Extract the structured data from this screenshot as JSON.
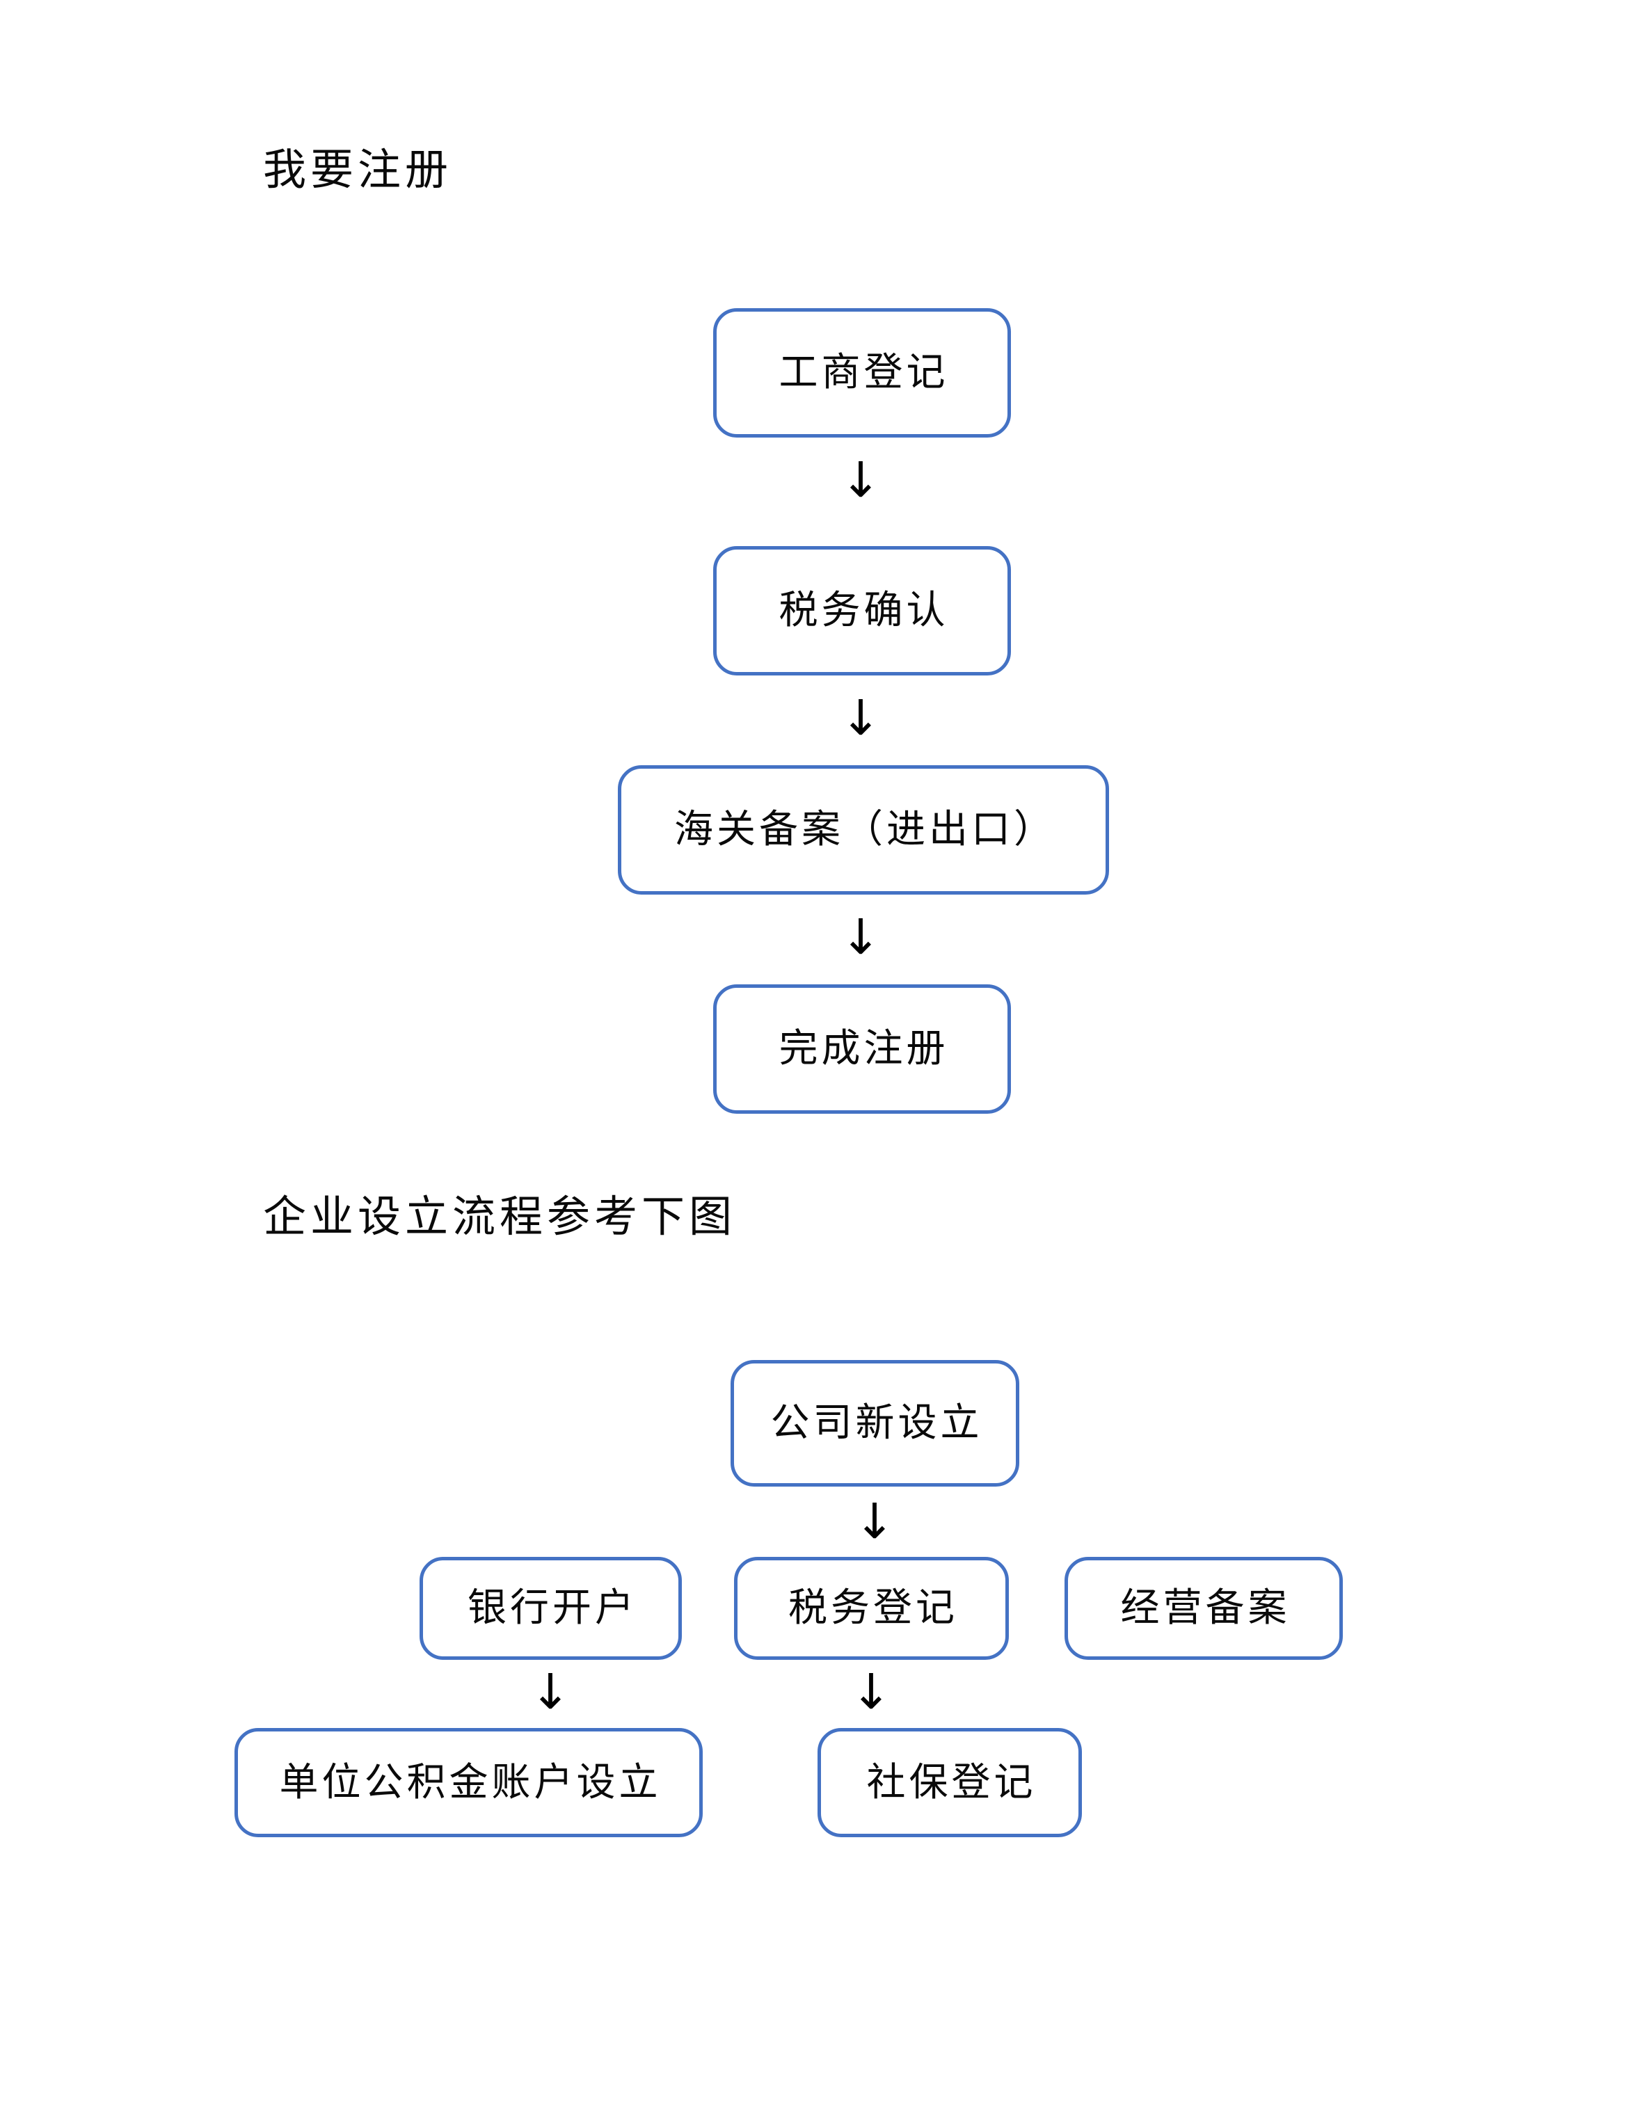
{
  "page": {
    "background_color": "#ffffff",
    "text_color": "#0a0a0a",
    "box_border_color": "#4472C4"
  },
  "sections": [
    {
      "heading": "我要注册",
      "flow": {
        "type": "vertical-chain",
        "nodes": [
          "工商登记",
          "税务确认",
          "海关备案（进出口）",
          "完成注册"
        ],
        "arrows": [
          "↓",
          "↓",
          "↓"
        ]
      }
    },
    {
      "heading": "企业设立流程参考下图",
      "flow": {
        "type": "tree",
        "root": "公司新设立",
        "branches": [
          "银行开户",
          "税务登记",
          "经营备案"
        ],
        "leaves": [
          "单位公积金账户设立",
          "社保登记"
        ],
        "arrows": [
          "↓",
          "↓",
          "↓"
        ]
      }
    }
  ],
  "icons": {
    "down_arrow": "↓"
  }
}
